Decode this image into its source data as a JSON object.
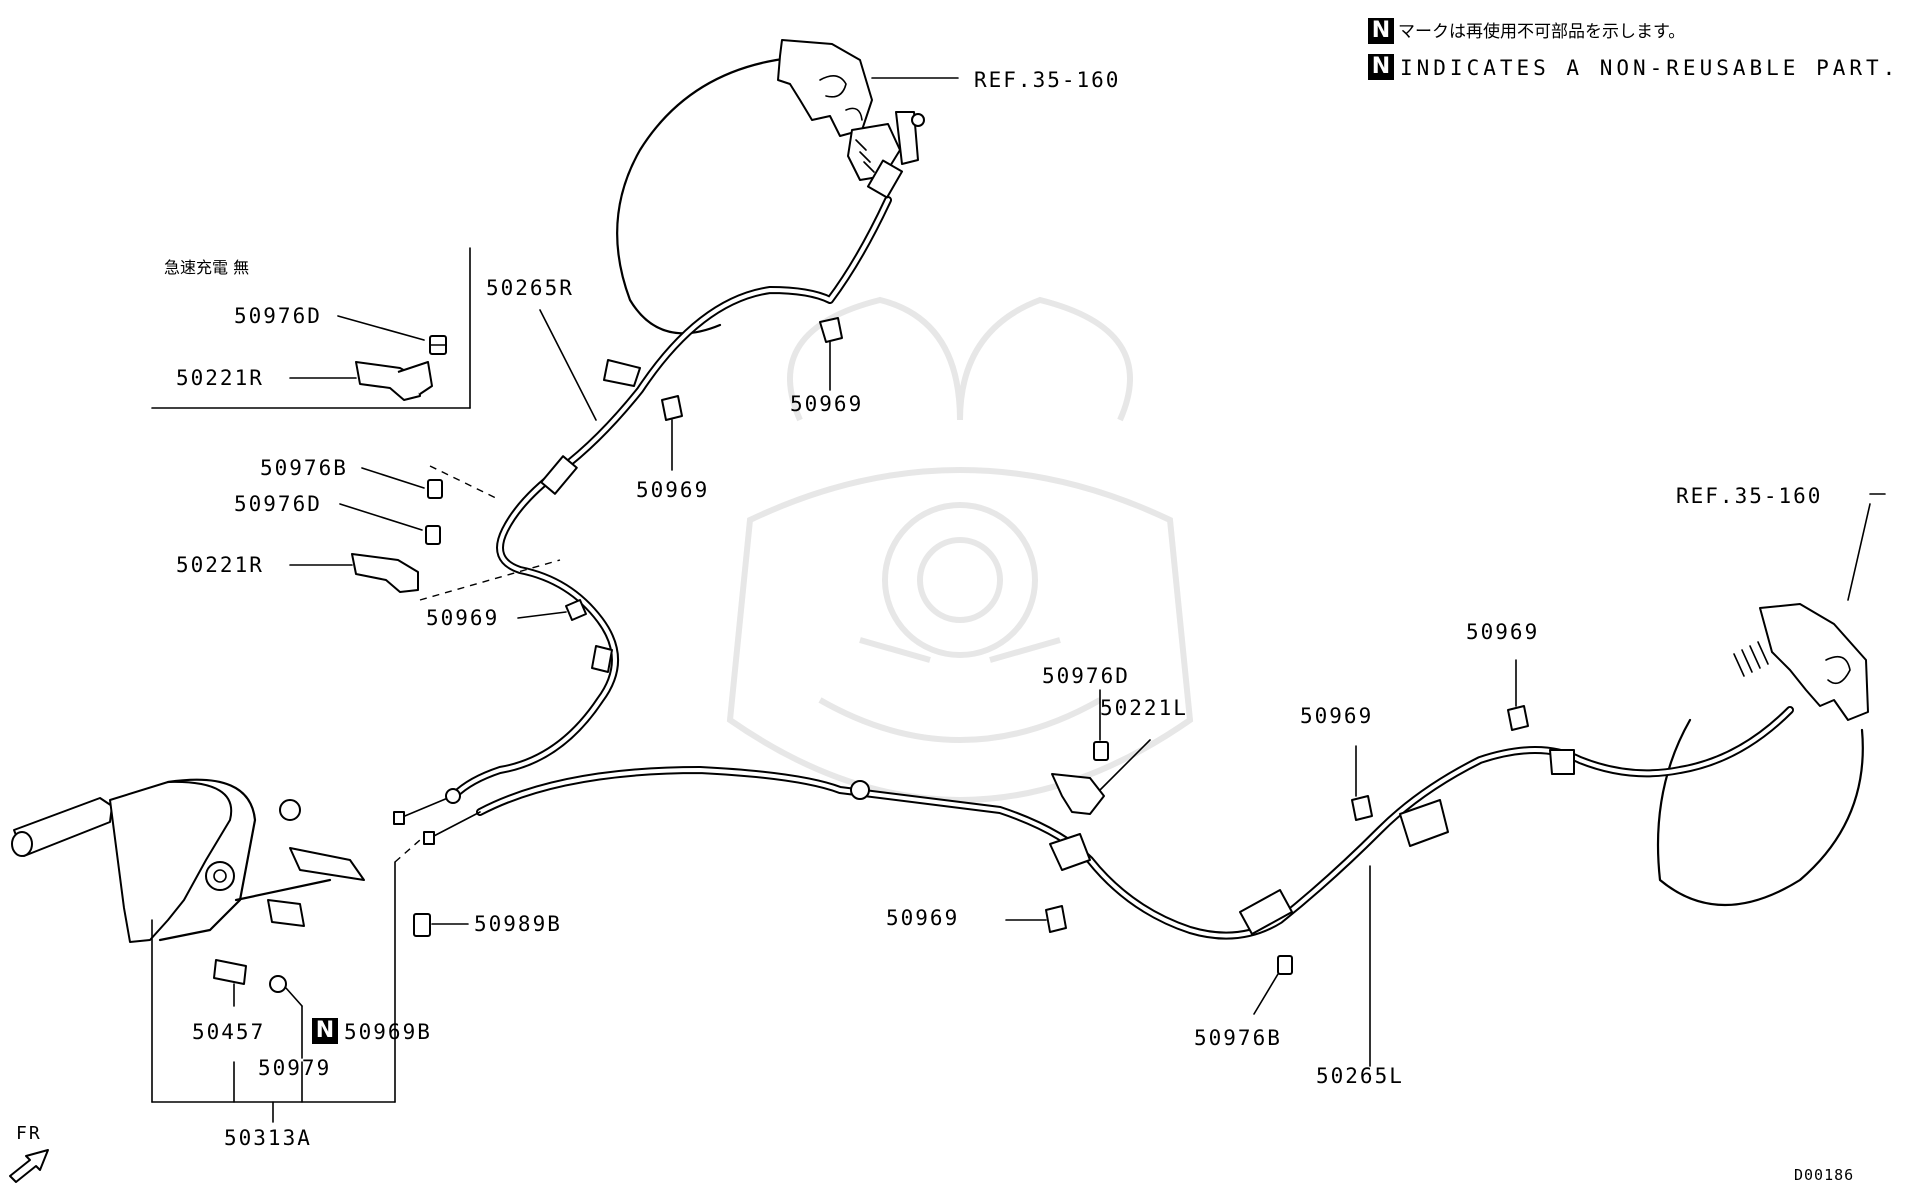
{
  "legend": {
    "marker": "N",
    "line_jp": "マークは再使用不可部品を示します。",
    "line_en": "INDICATES A NON-REUSABLE PART."
  },
  "inset": {
    "title": "急速充電 無"
  },
  "labels": {
    "ref_top": "REF.35-160",
    "ref_right": "REF.35-160",
    "p50976D_inset": "50976D",
    "p50221R_inset": "50221R",
    "p50265R": "50265R",
    "p50969_top": "50969",
    "p50969_mid": "50969",
    "p50976B_left": "50976B",
    "p50976D_left": "50976D",
    "p50221R_left": "50221R",
    "p50969_left": "50969",
    "p50989B": "50989B",
    "p50457": "50457",
    "p50969B": "50969B",
    "p50979": "50979",
    "p50313A": "50313A",
    "p50976D_center": "50976D",
    "p50221L": "50221L",
    "p50969_center": "50969",
    "p50969_right1": "50969",
    "p50969_right2": "50969",
    "p50976B_right": "50976B",
    "p50265L": "50265L",
    "fr": "FR",
    "diagram_code": "D00186"
  }
}
